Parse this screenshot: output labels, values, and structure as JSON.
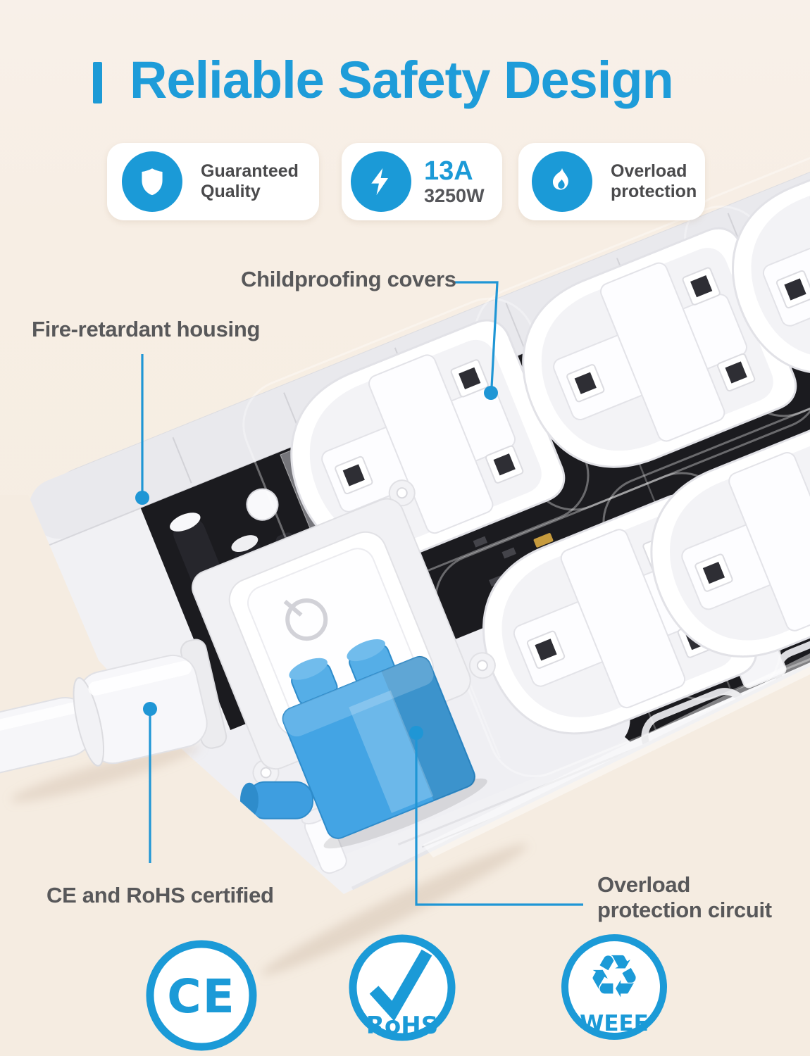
{
  "colors": {
    "accent_blue": "#1B9AD7",
    "title_blue": "#1E9CD9",
    "leader_blue": "#1F96D5",
    "callout_text_gray": "#58585A",
    "badge_text_gray": "#4A4A4C",
    "component_blue": "#43A4E4",
    "background_cream": "#F6EDE2"
  },
  "header": {
    "title": "Reliable Safety Design"
  },
  "badges": [
    {
      "icon": "shield-icon",
      "label": "Guaranteed Quality"
    },
    {
      "icon": "lightning-icon",
      "rating_amps": "13A",
      "rating_watts": "3250W"
    },
    {
      "icon": "flame-icon",
      "label": "Overload protection"
    }
  ],
  "callouts": {
    "childproofing": "Childproofing covers",
    "fire_retardant": "Fire-retardant housing",
    "ce_rohs": "CE and RoHS certified",
    "overload_circuit": "Overload protection circuit"
  },
  "certifications": [
    {
      "label": "CE",
      "icon": "ce-mark-icon"
    },
    {
      "label": "RoHS",
      "icon": "checkmark-icon"
    },
    {
      "label": "WEEE",
      "icon": "recycle-icon",
      "glyph": "♻"
    }
  ]
}
